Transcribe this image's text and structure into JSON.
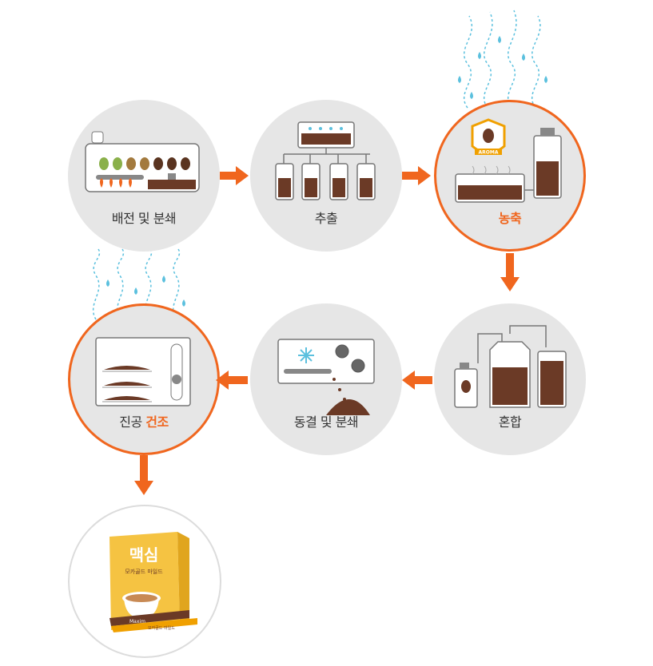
{
  "steps": [
    {
      "id": "roast",
      "label": "배전 및 분쇄"
    },
    {
      "id": "extract",
      "label": "추출"
    },
    {
      "id": "concentrate",
      "label": "농축"
    },
    {
      "id": "blend",
      "label": "혼합"
    },
    {
      "id": "freeze",
      "label": "동결 및 분쇄"
    },
    {
      "id": "dry",
      "label_plain": "진공 ",
      "label_accent": "건조"
    }
  ],
  "aroma_badge": "AROMA",
  "product": {
    "brand": "맥심",
    "name": "모카골드 마일드",
    "stick_brand": "Maxim",
    "stick_name": "모카골드 마일드"
  },
  "colors": {
    "accent": "#f0661e",
    "circle": "#e6e6e6",
    "coffee": "#6b3a26",
    "steam": "#5bc0de"
  }
}
